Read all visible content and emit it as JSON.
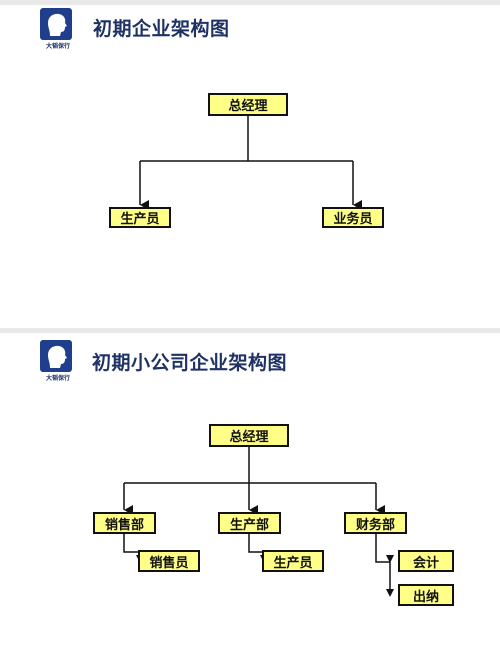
{
  "slides": [
    {
      "logo_text": "大韬保行",
      "title": "初期企业架构图",
      "nodes": {
        "root": "总经理",
        "left": "生产员",
        "right": "业务员"
      }
    },
    {
      "logo_text": "大韬保行",
      "title": "初期小公司企业架构图",
      "nodes": {
        "root": "总经理",
        "dept1": "销售部",
        "dept1_sub": "销售员",
        "dept2": "生产部",
        "dept2_sub": "生产员",
        "dept3": "财务部",
        "dept3_sub1": "会计",
        "dept3_sub2": "出纳"
      }
    }
  ],
  "colors": {
    "title": "#1f3266",
    "node_fill": "#ffff88",
    "logo_blue": "#1f3f8c",
    "separator": "#e9e9e9"
  }
}
